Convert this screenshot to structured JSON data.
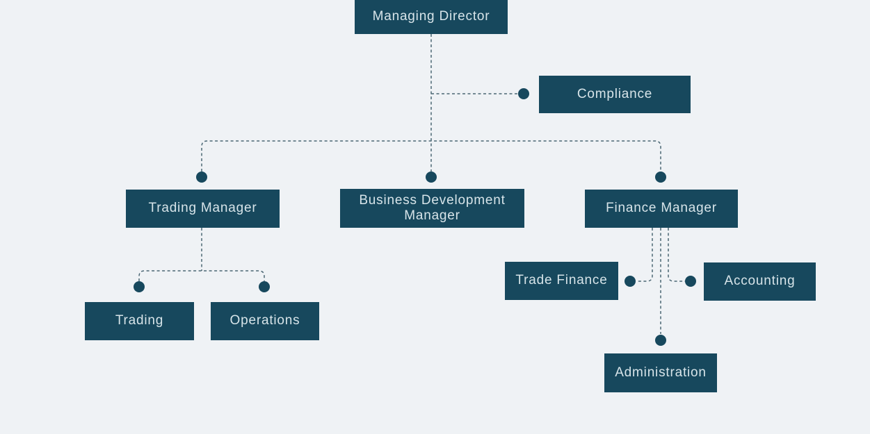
{
  "diagram": {
    "type": "org-chart",
    "nodes": {
      "managing_director": {
        "label": "Managing Director"
      },
      "compliance": {
        "label": "Compliance"
      },
      "trading_manager": {
        "label": "Trading Manager"
      },
      "business_development_manager": {
        "label": "Business Development Manager"
      },
      "finance_manager": {
        "label": "Finance Manager"
      },
      "trading": {
        "label": "Trading"
      },
      "operations": {
        "label": "Operations"
      },
      "trade_finance": {
        "label": "Trade Finance"
      },
      "accounting": {
        "label": "Accounting"
      },
      "administration": {
        "label": "Administration"
      }
    },
    "edges": [
      {
        "from": "managing_director",
        "to": "compliance"
      },
      {
        "from": "managing_director",
        "to": "trading_manager"
      },
      {
        "from": "managing_director",
        "to": "business_development_manager"
      },
      {
        "from": "managing_director",
        "to": "finance_manager"
      },
      {
        "from": "trading_manager",
        "to": "trading"
      },
      {
        "from": "trading_manager",
        "to": "operations"
      },
      {
        "from": "finance_manager",
        "to": "trade_finance"
      },
      {
        "from": "finance_manager",
        "to": "accounting"
      },
      {
        "from": "finance_manager",
        "to": "administration"
      }
    ],
    "colors": {
      "background": "#eff2f5",
      "node_fill": "#17485d",
      "node_text": "#d7e4e9",
      "connector": "#4a6673",
      "dot": "#17485d"
    }
  }
}
